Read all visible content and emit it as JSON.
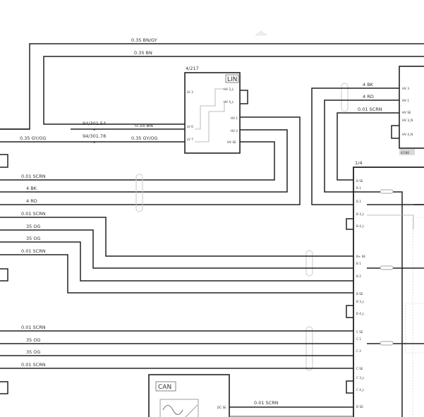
{
  "wires": {
    "top_bn_gy": "0.35 BN/GY",
    "top_bn": "0.35 BN",
    "left_bn": "0.35 BN",
    "left_gy_og_a": "0.35 GY/OG",
    "left_gy_og_b": "0.35 GY/OG",
    "splice_54": "94/301.54",
    "splice_78": "94/301.78",
    "right_bk": "4 BK",
    "right_rd": "4 RD",
    "right_scrn": "0.01 SCRN",
    "scrn_1": "0.01 SCRN",
    "bk": "4 BK",
    "rd": "4 RD",
    "scrn_2": "0.01 SCRN",
    "og_1": "35 OG",
    "og_2": "35 OG",
    "scrn_3": "0.01 SCRN",
    "scrn_4": "0.01 SCRN",
    "og_3": "35 OG",
    "og_4": "35 OG",
    "scrn_5": "0.01 SCRN",
    "can_scrn": "0.01 SCRN"
  },
  "modules": {
    "lin": {
      "ref": "4/217",
      "badge": "LIN"
    },
    "right_top": {
      "ref": "4/186"
    },
    "main": {
      "ref": "1/4"
    },
    "can": {
      "badge": "CAN"
    }
  }
}
